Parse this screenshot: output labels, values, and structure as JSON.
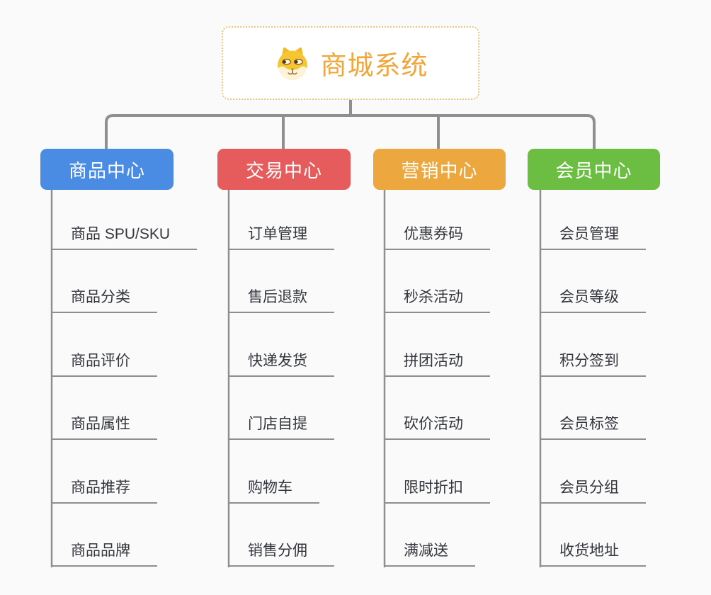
{
  "root": {
    "title": "商城系统",
    "icon": "dog-icon",
    "title_color": "#f0a63a",
    "border_color": "#f4c37c"
  },
  "connector_color": "#8f8f8f",
  "background_color": "#fafafa",
  "branches": [
    {
      "label": "商品中心",
      "color": "#4a8be4",
      "items": [
        "商品 SPU/SKU",
        "商品分类",
        "商品评价",
        "商品属性",
        "商品推荐",
        "商品品牌"
      ]
    },
    {
      "label": "交易中心",
      "color": "#e65c5c",
      "items": [
        "订单管理",
        "售后退款",
        "快递发货",
        "门店自提",
        "购物车",
        "销售分佣"
      ]
    },
    {
      "label": "营销中心",
      "color": "#eca83f",
      "items": [
        "优惠券码",
        "秒杀活动",
        "拼团活动",
        "砍价活动",
        "限时折扣",
        "满减送"
      ]
    },
    {
      "label": "会员中心",
      "color": "#6cbe43",
      "items": [
        "会员管理",
        "会员等级",
        "积分签到",
        "会员标签",
        "会员分组",
        "收货地址"
      ]
    }
  ]
}
